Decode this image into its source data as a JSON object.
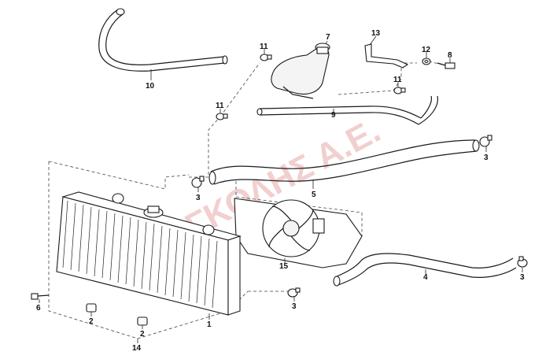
{
  "diagram": {
    "watermark_text": "ΓΚΟΡΓΚΟΛΗΣ Α.Ε.",
    "callouts": {
      "c1": "1",
      "c2a": "2",
      "c2b": "2",
      "c3a": "3",
      "c3b": "3",
      "c3c": "3",
      "c3d": "3",
      "c4": "4",
      "c5": "5",
      "c6": "6",
      "c7": "7",
      "c8": "8",
      "c9": "9",
      "c10": "10",
      "c11a": "11",
      "c11b": "11",
      "c11c": "11",
      "c12": "12",
      "c13": "13",
      "c14": "14",
      "c15": "15"
    }
  }
}
